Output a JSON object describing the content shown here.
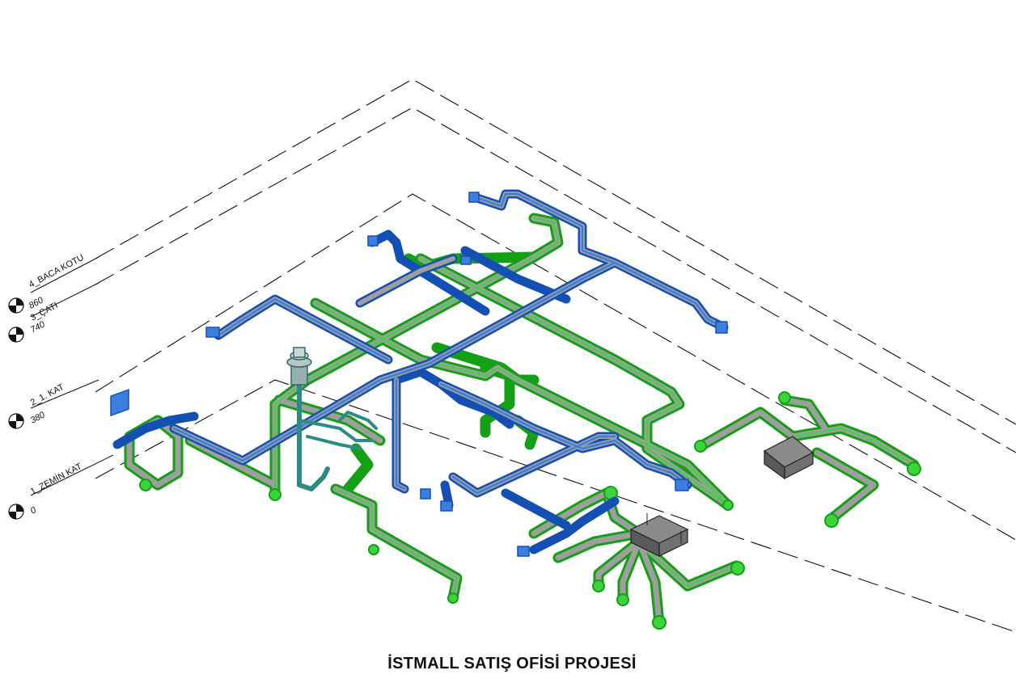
{
  "title": "İSTMALL SATIŞ OFİSİ PROJESİ",
  "colors": {
    "supply_duct": "#3a7fe0",
    "supply_outline": "#1450b4",
    "exhaust_duct": "#3cd43c",
    "exhaust_outline": "#14a014",
    "duct_fill": "#9e9e9e",
    "riser": "#2d8a86",
    "unit": "#707070",
    "level_line": "#111111"
  },
  "levels": [
    {
      "name": "4_BACA KOTU",
      "elevation": "860"
    },
    {
      "name": "3_ÇATI",
      "elevation": "740"
    },
    {
      "name": "2_1. KAT",
      "elevation": "380"
    },
    {
      "name": "1_ZEMİN KAT",
      "elevation": "0"
    }
  ],
  "icons": {
    "level_marker": "level-head-icon",
    "unit": "air-handling-unit-icon",
    "fan": "roof-fan-icon"
  }
}
